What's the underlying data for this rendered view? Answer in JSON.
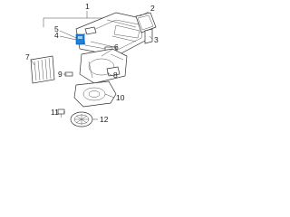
{
  "callouts": {
    "c1": "1",
    "c2": "2",
    "c3": "3",
    "c4": "4",
    "c5": "5",
    "c6": "6",
    "c7": "7",
    "c8": "8",
    "c9": "9",
    "c10": "10",
    "c11": "11",
    "c12": "12"
  },
  "colors": {
    "line": "#333333",
    "highlight": "#1f7fd9",
    "background": "#ffffff"
  }
}
